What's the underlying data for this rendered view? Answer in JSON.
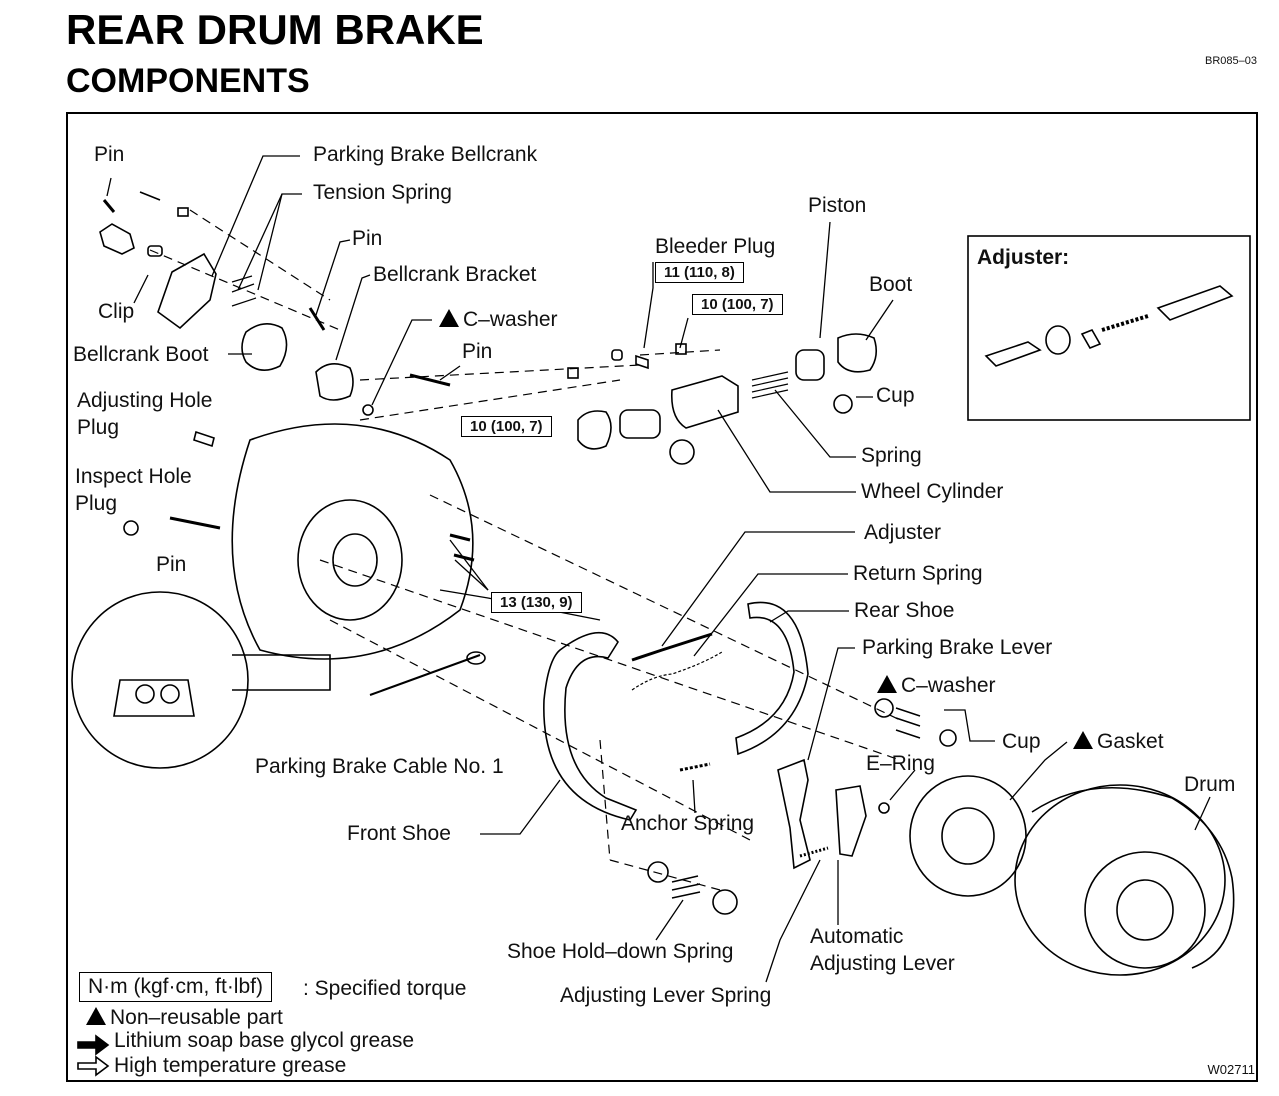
{
  "title": "REAR DRUM BRAKE",
  "subtitle": "COMPONENTS",
  "ref_code": "BR085–03",
  "figure_code": "W02711",
  "adjuster_inset_title": "Adjuster:",
  "labels": {
    "pin_1": "Pin",
    "parking_brake_bellcrank": "Parking Brake Bellcrank",
    "tension_spring": "Tension Spring",
    "pin_2": "Pin",
    "bellcrank_bracket": "Bellcrank Bracket",
    "clip": "Clip",
    "bellcrank_boot": "Bellcrank Boot",
    "c_washer_1": "C–washer",
    "pin_3": "Pin",
    "adjusting_hole_plug_1": "Adjusting Hole",
    "adjusting_hole_plug_2": "Plug",
    "inspect_hole_plug_1": "Inspect Hole",
    "inspect_hole_plug_2": "Plug",
    "pin_4": "Pin",
    "piston": "Piston",
    "bleeder_plug": "Bleeder Plug",
    "boot": "Boot",
    "cup_1": "Cup",
    "spring": "Spring",
    "wheel_cylinder": "Wheel Cylinder",
    "adjuster": "Adjuster",
    "return_spring": "Return Spring",
    "rear_shoe": "Rear Shoe",
    "parking_brake_lever": "Parking Brake Lever",
    "c_washer_2": "C–washer",
    "cup_2": "Cup",
    "gasket": "Gasket",
    "e_ring": "E–Ring",
    "drum": "Drum",
    "parking_brake_cable": "Parking Brake Cable No. 1",
    "front_shoe": "Front Shoe",
    "anchor_spring": "Anchor Spring",
    "shoe_hold_down_spring": "Shoe Hold–down Spring",
    "adjusting_lever_spring": "Adjusting Lever Spring",
    "automatic_adjusting_lever_1": "Automatic",
    "automatic_adjusting_lever_2": "Adjusting Lever"
  },
  "torque": {
    "bleeder": "11 (110, 8)",
    "wheel_cyl_bolt_a": "10 (100, 7)",
    "wheel_cyl_bolt_b": "10 (100, 7)",
    "backing_plate": "13 (130, 9)"
  },
  "legend": {
    "torque_units": "N·m (kgf·cm, ft·lbf)",
    "torque_desc": ": Specified torque",
    "non_reusable": "Non–reusable part",
    "lithium": "Lithium soap base glycol grease",
    "high_temp": "High temperature grease"
  }
}
